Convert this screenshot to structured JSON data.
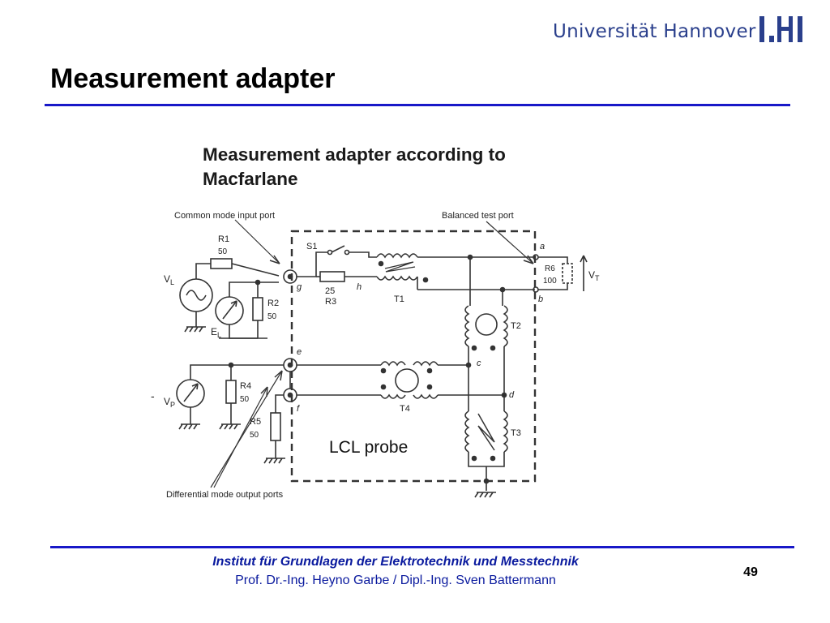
{
  "header": {
    "university": "Universität Hannover",
    "title": "Measurement adapter"
  },
  "figure": {
    "title_line1": "Measurement adapter according to",
    "title_line2": "Macfarlane",
    "labels": {
      "common_mode_port": "Common mode input port",
      "balanced_port": "Balanced test port",
      "differential_ports": "Differential mode output ports",
      "lcl_probe": "LCL probe",
      "r1": "R1",
      "r1_val": "50",
      "r2": "R2",
      "r2_val": "50",
      "r3": "R3",
      "r3_val": "25",
      "r4": "R4",
      "r4_val": "50",
      "r5": "R5",
      "r5_val": "50",
      "r6": "R6",
      "r6_val": "100",
      "s1": "S1",
      "t1": "T1",
      "t2": "T2",
      "t3": "T3",
      "t4": "T4",
      "vl": "V",
      "vl_sub": "L",
      "el": "E",
      "el_sub": "L",
      "vp": "V",
      "vp_sub": "P",
      "vt": "V",
      "vt_sub": "T",
      "node_a": "a",
      "node_b": "b",
      "node_c": "c",
      "node_d": "d",
      "node_e": "e",
      "node_f": "f",
      "node_g": "g",
      "node_h": "h",
      "dash": "-"
    }
  },
  "footer": {
    "institute": "Institut für Grundlagen der Elektrotechnik und Messtechnik",
    "authors": "Prof. Dr.-Ing. Heyno Garbe / Dipl.-Ing. Sven Battermann",
    "page": "49"
  }
}
